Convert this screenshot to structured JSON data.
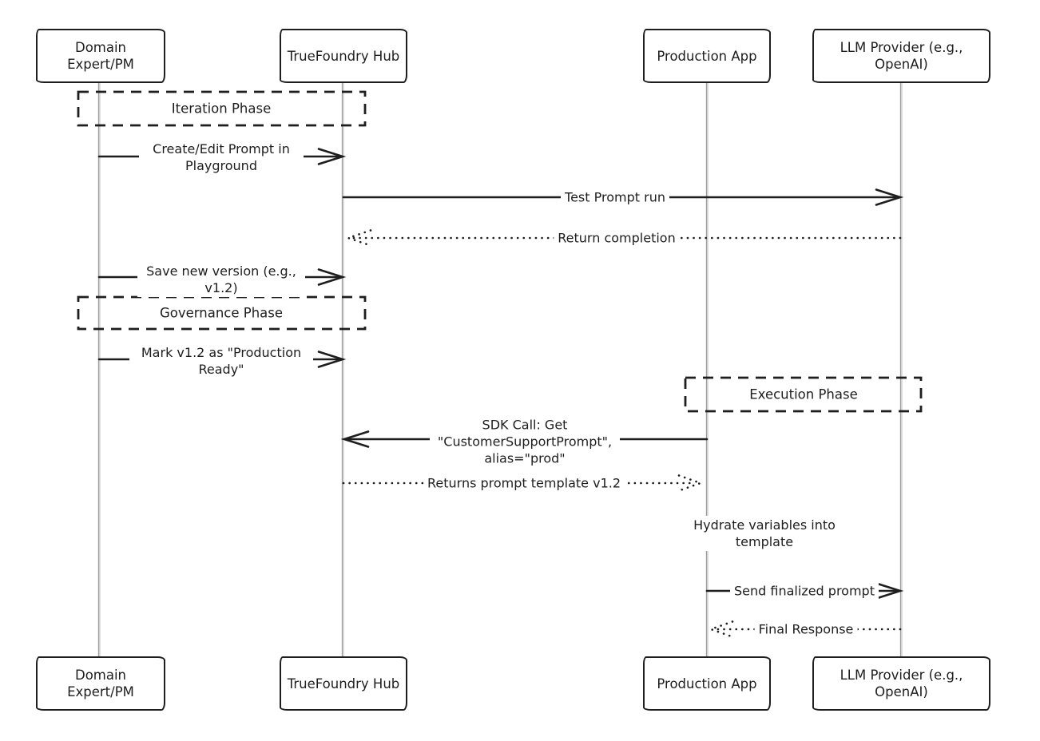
{
  "participants": [
    {
      "id": "domain-expert-pm",
      "label": "Domain Expert/PM"
    },
    {
      "id": "truefoundry-hub",
      "label": "TrueFoundry Hub"
    },
    {
      "id": "production-app",
      "label": "Production App"
    },
    {
      "id": "llm-provider",
      "label": "LLM Provider (e.g., OpenAI)"
    }
  ],
  "phases": {
    "iteration": {
      "label": "Iteration Phase"
    },
    "governance": {
      "label": "Governance Phase"
    },
    "execution": {
      "label": "Execution Phase"
    }
  },
  "messages": {
    "create_edit": {
      "from": "Domain Expert/PM",
      "to": "TrueFoundry Hub",
      "style": "solid-arrow",
      "label": "Create/Edit Prompt in Playground"
    },
    "test_prompt": {
      "from": "TrueFoundry Hub",
      "to": "LLM Provider (e.g., OpenAI)",
      "style": "solid-arrow",
      "label": "Test Prompt run"
    },
    "return_completion": {
      "from": "LLM Provider (e.g., OpenAI)",
      "to": "TrueFoundry Hub",
      "style": "dotted-arrow",
      "label": "Return completion"
    },
    "save_version": {
      "from": "Domain Expert/PM",
      "to": "TrueFoundry Hub",
      "style": "solid-arrow",
      "label": "Save new version (e.g., v1.2)"
    },
    "mark_ready": {
      "from": "Domain Expert/PM",
      "to": "TrueFoundry Hub",
      "style": "solid-arrow",
      "label": "Mark v1.2 as \"Production Ready\""
    },
    "sdk_call": {
      "from": "Production App",
      "to": "TrueFoundry Hub",
      "style": "solid-arrow",
      "label": "SDK Call: Get \"CustomerSupportPrompt\", alias=\"prod\""
    },
    "returns_template": {
      "from": "TrueFoundry Hub",
      "to": "Production App",
      "style": "dotted-arrow",
      "label": "Returns prompt template v1.2"
    },
    "hydrate": {
      "from": "Production App",
      "to": "Production App",
      "style": "text-note",
      "label": "Hydrate variables into template"
    },
    "send_prompt": {
      "from": "Production App",
      "to": "LLM Provider (e.g., OpenAI)",
      "style": "solid-arrow",
      "label": "Send finalized prompt"
    },
    "final_response": {
      "from": "LLM Provider (e.g., OpenAI)",
      "to": "Production App",
      "style": "dotted-arrow",
      "label": "Final Response"
    }
  },
  "colors": {
    "stroke": "#1e1e1e",
    "lifeline": "#9c9c9c",
    "background": "#ffffff"
  }
}
